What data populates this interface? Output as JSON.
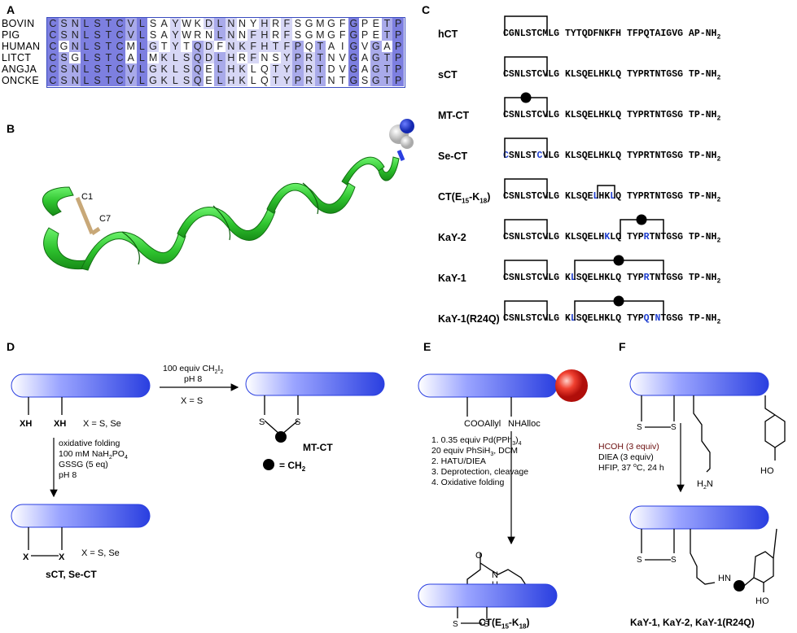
{
  "panels": {
    "A": "A",
    "B": "B",
    "C": "C",
    "D": "D",
    "E": "E",
    "F": "F"
  },
  "alignment": [
    {
      "name": "BOVIN",
      "seq": "CSNLSTCVLSAYWKDLNNYHRFSGMGFGPETP"
    },
    {
      "name": "PIG",
      "seq": "CSNLSTCVLSAYWRNLNNFHRFSGMGFGPETP"
    },
    {
      "name": "HUMAN",
      "seq": "CGNLSTCMLGTYTQDFNKFHTFPQTAIGVGAP"
    },
    {
      "name": "LITCT",
      "seq": "CSGLSTCALMKLSQDLHRFNSYPRTNVGAGTP"
    },
    {
      "name": "ANGJA",
      "seq": "CSNLSTCVLGKLSQELHKLQTYPRTDVGAGTP"
    },
    {
      "name": "ONCKE",
      "seq": "CSNLSTCVLGKLSQELHKLQTYPRTNTGSGTP"
    }
  ],
  "panel_b": {
    "c1": "C1",
    "c7": "C7"
  },
  "panel_c": [
    {
      "label": "hCT",
      "seq": "CGNLSTCMLG TYTQDFNKFH TFPQTAIGVG AP-NH",
      "sub": "2"
    },
    {
      "label": "sCT",
      "seq": "CSNLSTCVLG KLSQELHKLQ TYPRTNTGSG TP-NH",
      "sub": "2"
    },
    {
      "label": "MT-CT",
      "seq": "CSNLSTCVLG KLSQELHKLQ TYPRTNTGSG TP-NH",
      "sub": "2"
    },
    {
      "label": "Se-CT",
      "seq": "CSNLSTCVLG KLSQELHKLQ TYPRTNTGSG TP-NH",
      "sub": "2"
    },
    {
      "label": "CT(E15-K18)",
      "label_main": "CT(E",
      "label_s1": "15",
      "label_mid": "-K",
      "label_s2": "18",
      "label_end": ")",
      "seq": "CSNLSTCVLG KLSQELHKLQ TYPRTNTGSG TP-NH",
      "sub": "2"
    },
    {
      "label": "KaY-2",
      "seq": "CSNLSTCVLG KLSQELHKLQ TYPRTNTGSG TP-NH",
      "sub": "2"
    },
    {
      "label": "KaY-1",
      "seq": "CSNLSTCVLG KLSQELHKLQ TYPRTNTGSG TP-NH",
      "sub": "2"
    },
    {
      "label": "KaY-1(R24Q)",
      "seq": "CSNLSTCVLG KLSQELHKLQ TYPQTNTGSG TP-NH",
      "sub": "2"
    }
  ],
  "panel_d": {
    "xh1": "XH",
    "xh2": "XH",
    "xeq": "X = S, Se",
    "top_reagent1": "100 equiv CH",
    "top_reagent1_sub": "2",
    "top_reagent1_end": "I",
    "top_reagent1_sub2": "2",
    "top_reagent2": "pH 8",
    "top_reagent3": "X = S",
    "s1": "S",
    "s2": "S",
    "mtct": "MT-CT",
    "ch2": "= CH",
    "ch2_sub": "2",
    "fold1": "oxidative folding",
    "fold2": "100 mM NaH",
    "fold2_sub": "2",
    "fold2_end": "PO",
    "fold2_sub2": "4",
    "fold3": "GSSG (5 eq)",
    "fold4": "pH 8",
    "x1": "X",
    "x2": "X",
    "xeq2": "X = S, Se",
    "product": "sCT, Se-CT"
  },
  "panel_e": {
    "coo": "COOAllyl",
    "nha": "NHAlloc",
    "step1": "1. 0.35 equiv Pd(PPh",
    "step1_sub": "3",
    "step1_end": ")",
    "step1_sub2": "4",
    "step1b": "20 equiv PhSiH",
    "step1b_sub": "3",
    "step1b_end": ", DCM",
    "step2": "2. HATU/DIEA",
    "step3": "3. Deprotection, cleavage",
    "step4": "4. Oxidative folding",
    "o": "O",
    "n": "N",
    "h": "H",
    "s1": "S",
    "s2": "S",
    "product_main": "CT(E",
    "product_s1": "15",
    "product_mid": "-K",
    "product_s2": "18",
    "product_end": ")"
  },
  "panel_f": {
    "s1": "S",
    "s2": "S",
    "h2n_h": "H",
    "h2n_sub": "2",
    "h2n_n": "N",
    "ho": "HO",
    "r1": "HCOH (3 equiv)",
    "r2": "DIEA (3 equiv)",
    "r3": "HFIP, 37 ",
    "r3_deg": "o",
    "r3_end": "C, 24 h",
    "s3": "S",
    "s4": "S",
    "h": "H",
    "n": "N",
    "ho2": "HO",
    "product": "KaY-1, KaY-2, KaY-1(R24Q)"
  },
  "colors": {
    "helix": "#33cc33",
    "bar_dark": "#2a3fe0",
    "bar_light": "#ffffff",
    "sphere": "#e0231e",
    "alignment_dark": "#7d7fe0",
    "alignment_mid": "#a9aaea",
    "alignment_light": "#d6d6f5"
  }
}
